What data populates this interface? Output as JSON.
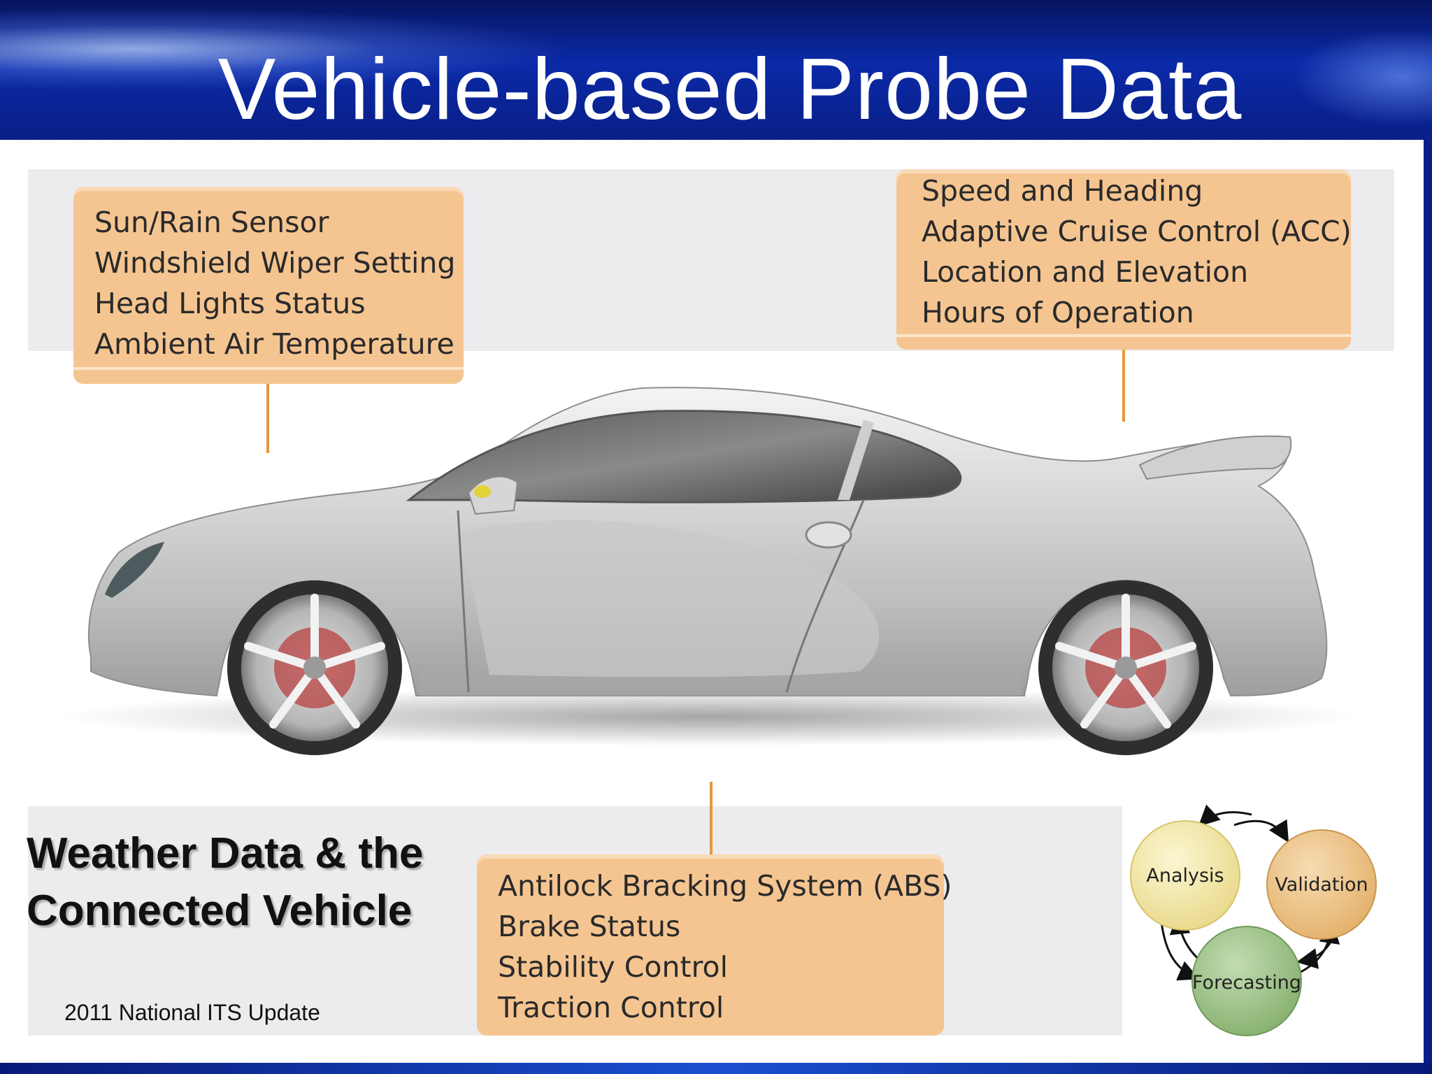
{
  "slide": {
    "title": "Vehicle-based Probe Data"
  },
  "boxes": {
    "top_left": [
      "Sun/Rain Sensor",
      "Windshield Wiper Setting",
      "Head Lights Status",
      "Ambient Air Temperature"
    ],
    "top_right": [
      "Speed and Heading",
      "Adaptive Cruise Control (ACC)",
      "Location and Elevation",
      "Hours of Operation"
    ],
    "bottom": [
      "Antilock Bracking System (ABS)",
      "Brake Status",
      "Stability Control",
      "Traction Control"
    ]
  },
  "branding": {
    "title_line1": "Weather Data & the",
    "title_line2": "Connected Vehicle",
    "footer": "2011 National ITS Update"
  },
  "cycle": {
    "analysis": "Analysis",
    "validation": "Validation",
    "forecasting": "Forecasting"
  },
  "colors": {
    "header_blue": "#0b2aa8",
    "box_orange": "#f5c591",
    "connector_orange": "#e8973a",
    "panel_gray": "#ececee",
    "analysis_fill": "#f2e6a2",
    "validation_fill": "#f0c98c",
    "forecasting_fill": "#9fc48a"
  }
}
